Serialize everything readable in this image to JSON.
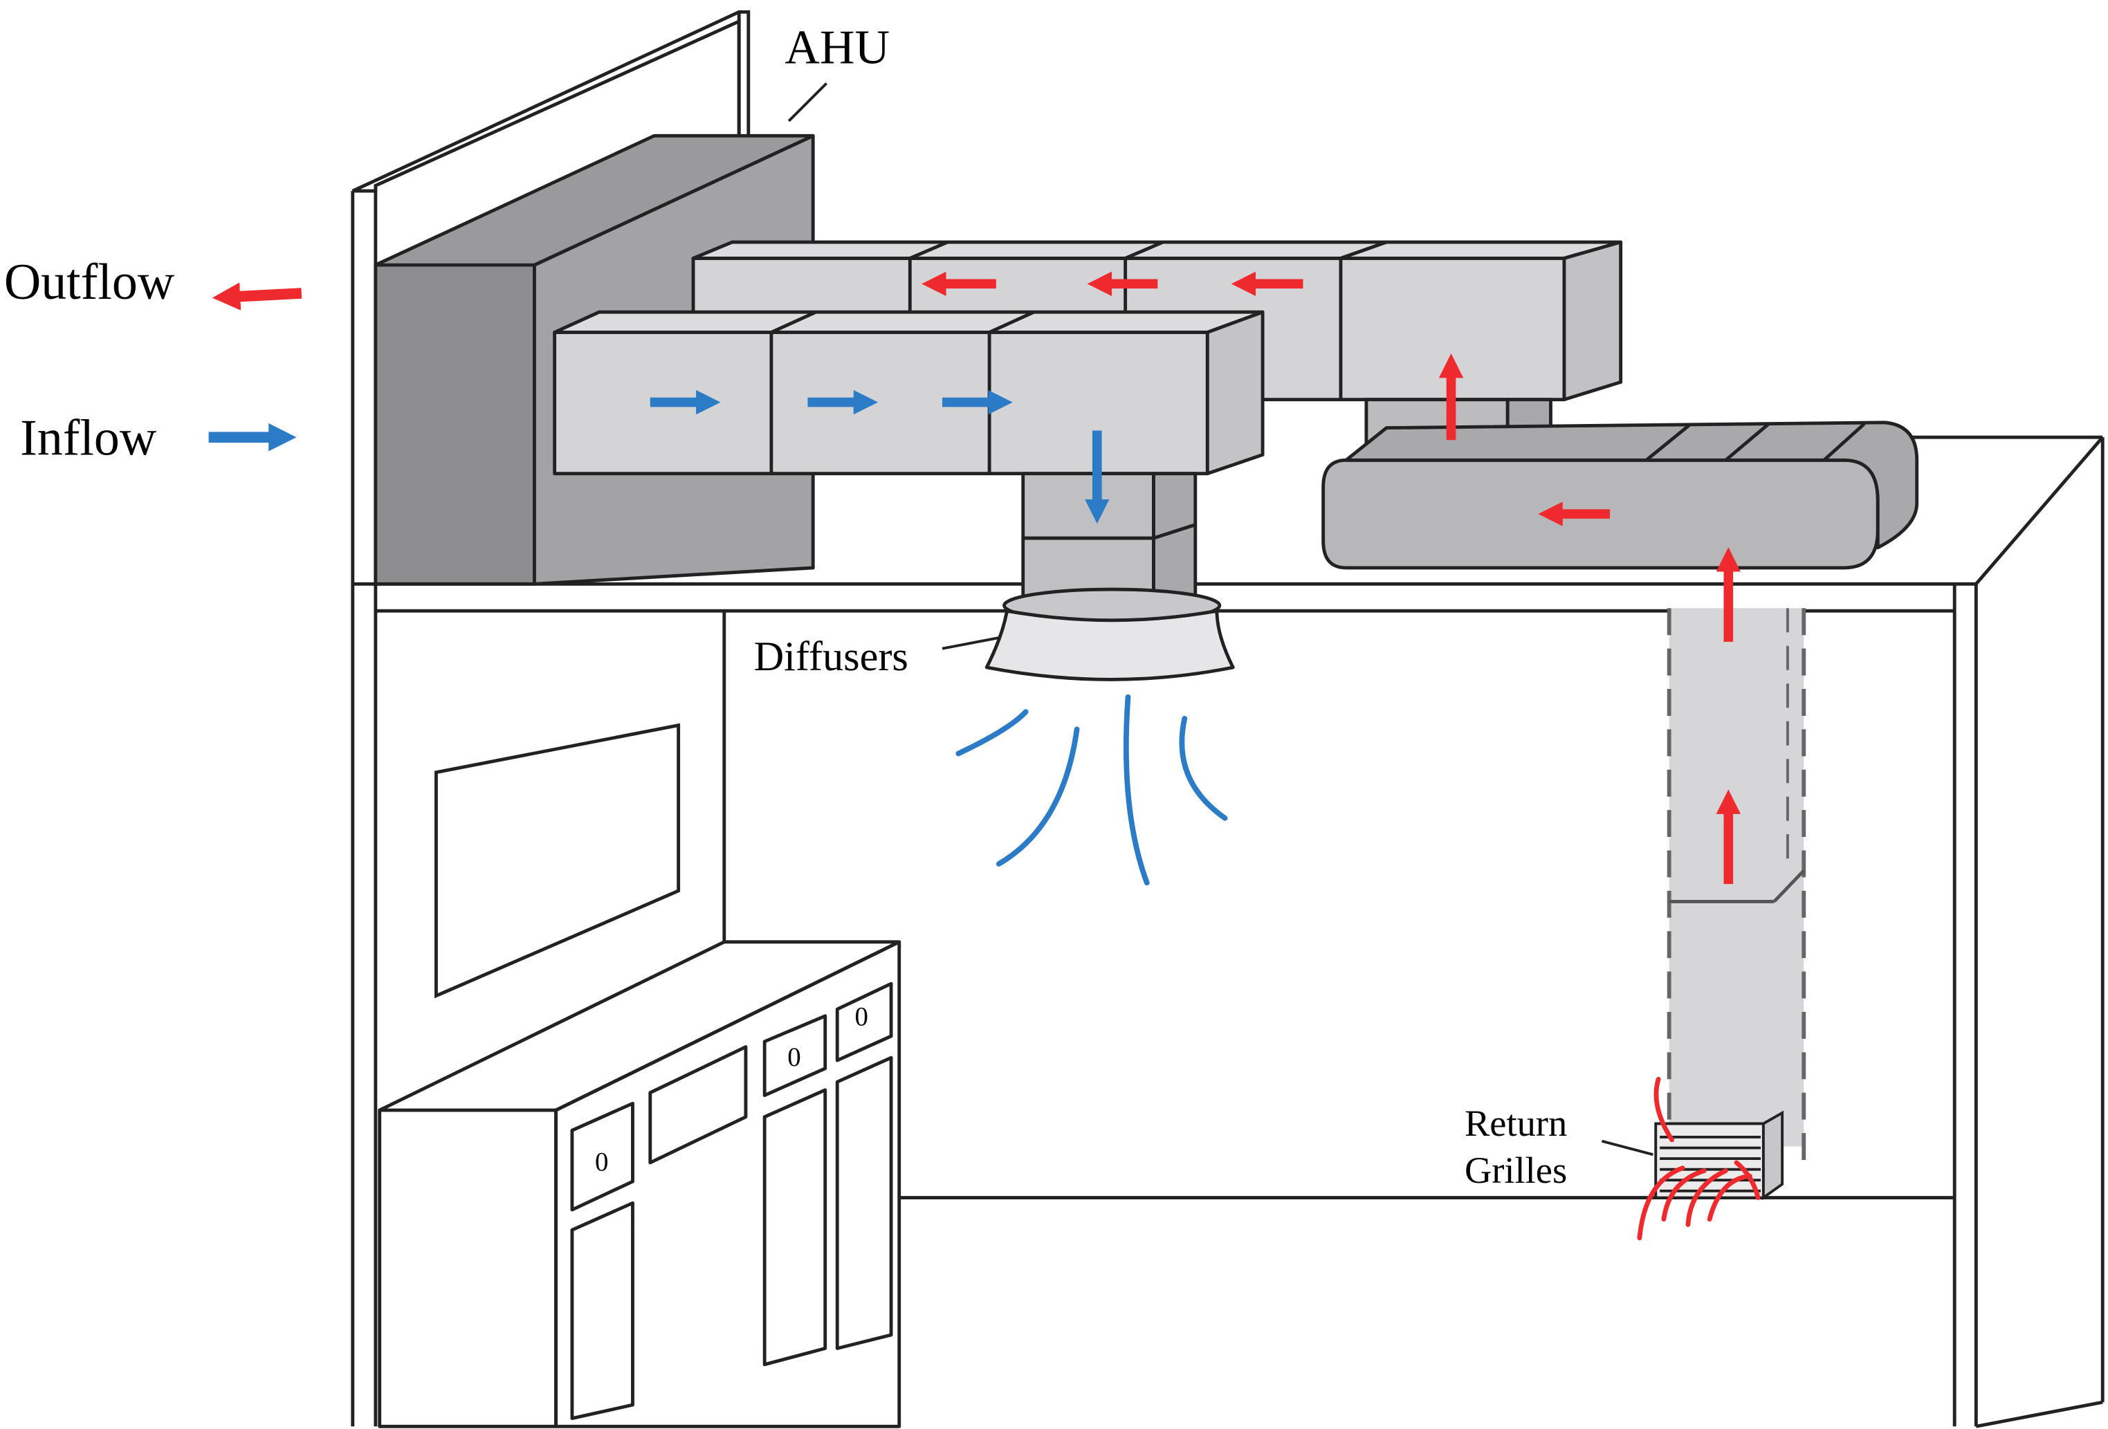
{
  "labels": {
    "ahu": "AHU",
    "outflow": "Outflow",
    "inflow": "Inflow",
    "diffusers": "Diffusers",
    "return_line1": "Return",
    "return_line2": "Grilles",
    "drawer_mark": "0"
  },
  "colors": {
    "supply_arrow": "#2b7bc6",
    "return_arrow": "#ee2a2e",
    "ahu_fill": "#9c9c9f",
    "duct_fill": "#d4d4d7",
    "duct_dark": "#a7a7aa",
    "outline": "#222222"
  },
  "icons": {
    "supply": "arrow-right-icon",
    "return": "arrow-left-icon",
    "rise": "arrow-up-icon",
    "drop": "arrow-down-icon"
  }
}
